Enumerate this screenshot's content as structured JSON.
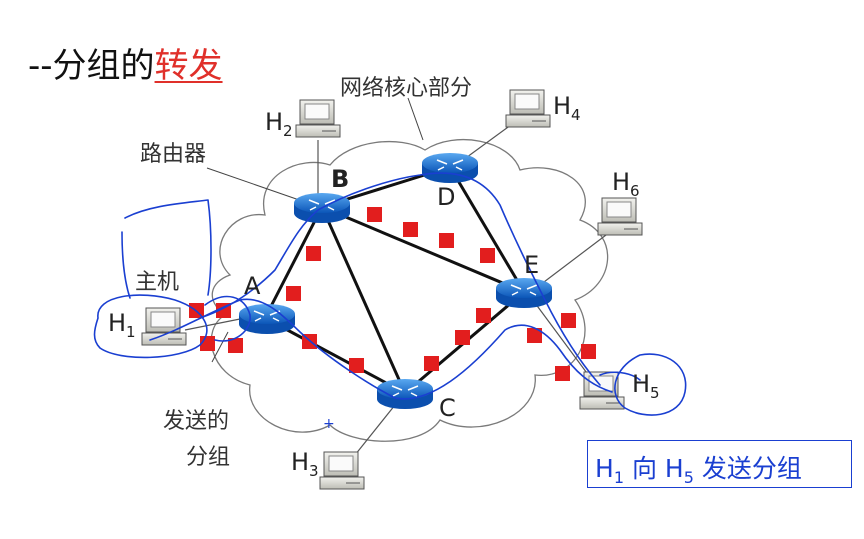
{
  "title": {
    "prefix": "--分组的",
    "highlight": "转发"
  },
  "labels": {
    "core": "网络核心部分",
    "router": "路由器",
    "host_label": "主机",
    "sent_line1": "发送的",
    "sent_line2": "分组"
  },
  "nodes": {
    "a": "A",
    "b": "B",
    "c": "C",
    "d": "D",
    "e": "E"
  },
  "hosts": {
    "h1": {
      "base": "H",
      "sub": "1"
    },
    "h2": {
      "base": "H",
      "sub": "2"
    },
    "h3": {
      "base": "H",
      "sub": "3"
    },
    "h4": {
      "base": "H",
      "sub": "4"
    },
    "h5": {
      "base": "H",
      "sub": "5"
    },
    "h6": {
      "base": "H",
      "sub": "6"
    }
  },
  "caption": {
    "h1_base": "H",
    "h1_sub": "1",
    "middle": " 向 ",
    "h5_base": "H",
    "h5_sub": "5",
    "tail": " 发送分组"
  },
  "annotation": {
    "plus": "+"
  },
  "colors": {
    "title_highlight": "#e0302a",
    "packet": "#e21e1e",
    "router": "#1d6fd6",
    "ink": "#1a3fd1"
  }
}
